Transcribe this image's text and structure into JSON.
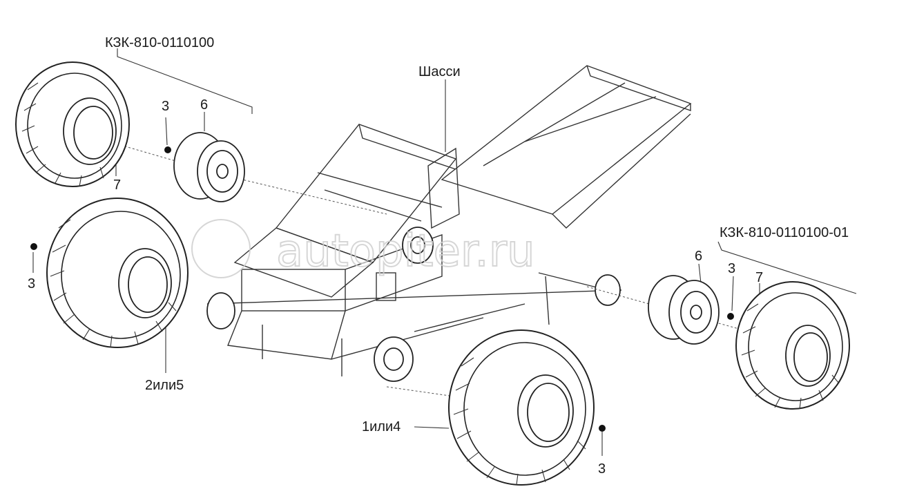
{
  "watermark": "autopiter.ru",
  "labels": {
    "assembly_left": "КЗК-810-0110100",
    "assembly_right": "КЗК-810-0110100-01",
    "chassis": "Шасси",
    "part_3_a": "3",
    "part_6_a": "6",
    "part_7_a": "7",
    "part_3_b": "3",
    "part_2or5": "2или5",
    "part_6_b": "6",
    "part_3_c": "3",
    "part_7_b": "7",
    "part_1or4": "1или4",
    "part_3_d": "3"
  },
  "colors": {
    "line": "#222222",
    "background": "#ffffff",
    "watermark": "#cfcfcf"
  }
}
